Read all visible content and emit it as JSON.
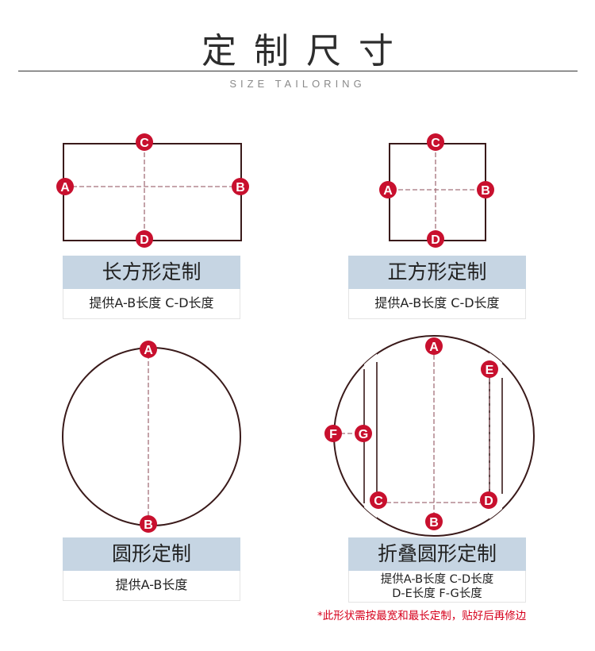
{
  "header": {
    "title": "定制尺寸",
    "subtitle": "SIZE TAILORING"
  },
  "cards": [
    {
      "label": "长方形定制",
      "desc": [
        "提供A-B长度 C-D长度"
      ]
    },
    {
      "label": "正方形定制",
      "desc": [
        "提供A-B长度 C-D长度"
      ]
    },
    {
      "label": "圆形定制",
      "desc": [
        "提供A-B长度"
      ]
    },
    {
      "label": "折叠圆形定制",
      "desc": [
        "提供A-B长度 C-D长度",
        "D-E长度 F-G长度"
      ]
    }
  ],
  "markers": {
    "rectangle": [
      "A",
      "B",
      "C",
      "D"
    ],
    "square": [
      "A",
      "B",
      "C",
      "D"
    ],
    "circle": [
      "A",
      "B"
    ],
    "folding_circle": [
      "A",
      "B",
      "C",
      "D",
      "E",
      "F",
      "G"
    ]
  },
  "note": "*此形状需按最宽和最长定制，贴好后再修边",
  "colors": {
    "marker": "#c8102e",
    "outline": "#3a1a1a",
    "dash": "#a3707a",
    "label_bg": "#c6d5e3",
    "note": "#d6001c"
  }
}
